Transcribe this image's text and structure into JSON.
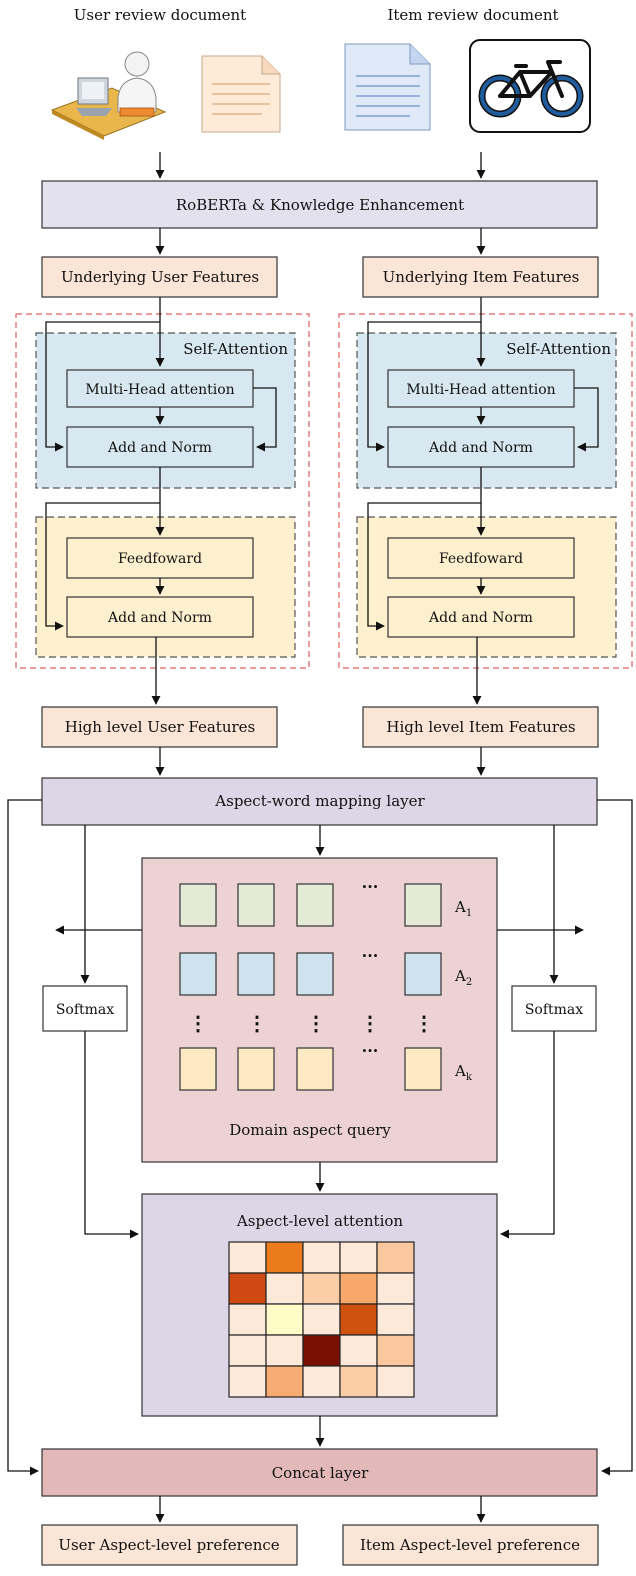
{
  "inputs": {
    "user_doc_label": "User review document",
    "item_doc_label": "Item review document"
  },
  "encoder": {
    "label": "RoBERTa & Knowledge Enhancement"
  },
  "underlying": {
    "user": "Underlying User Features",
    "item": "Underlying Item Features"
  },
  "transformer": {
    "self_attention": "Self-Attention",
    "multi_head": "Multi-Head attention",
    "add_norm": "Add and Norm",
    "feed_forward": "Feedfoward"
  },
  "high_level": {
    "user": "High level User Features",
    "item": "High level Item Features"
  },
  "mapping": {
    "label": "Aspect-word mapping layer"
  },
  "softmax": {
    "label": "Softmax"
  },
  "aspect_query": {
    "label": "Domain aspect query",
    "ellipsis": "···",
    "vdots": "⋮",
    "rows": [
      {
        "prefix": "A",
        "sub": "1",
        "color": "#e3ead6"
      },
      {
        "prefix": "A",
        "sub": "2",
        "color": "#cfe3ee"
      },
      {
        "prefix": "A",
        "sub": "k",
        "color": "#fde9c4"
      }
    ]
  },
  "attention": {
    "label": "Aspect-level attention",
    "heatmap": [
      [
        "#fde9da",
        "#ec7b1e",
        "#fde9da",
        "#fde9da",
        "#fbc79f"
      ],
      [
        "#cf4a10",
        "#fde9da",
        "#fbcea8",
        "#f8a86a",
        "#fde9da"
      ],
      [
        "#fde9da",
        "#fdfbc6",
        "#fde9da",
        "#d0520f",
        "#fde9da"
      ],
      [
        "#fde9da",
        "#fde9da",
        "#7a1004",
        "#fde9da",
        "#fbc79f"
      ],
      [
        "#fde9da",
        "#f8ab73",
        "#fde9da",
        "#fbcea8",
        "#fde9da"
      ]
    ]
  },
  "concat": {
    "label": "Concat layer"
  },
  "outputs": {
    "user": "User Aspect-level preference",
    "item": "Item Aspect-level preference"
  },
  "colors": {
    "encoder_fill": "#e4e1ee",
    "feature_fill": "#fbe5d6",
    "self_attention_fill": "#d8e8f0",
    "feed_forward_fill": "#fdf0cf",
    "mapping_fill": "#dcd6e6",
    "aspect_query_fill": "#ecd2d2",
    "attention_fill": "#dcd6e6",
    "concat_fill": "#e2b8b8",
    "dashed_red": "#e26060"
  }
}
